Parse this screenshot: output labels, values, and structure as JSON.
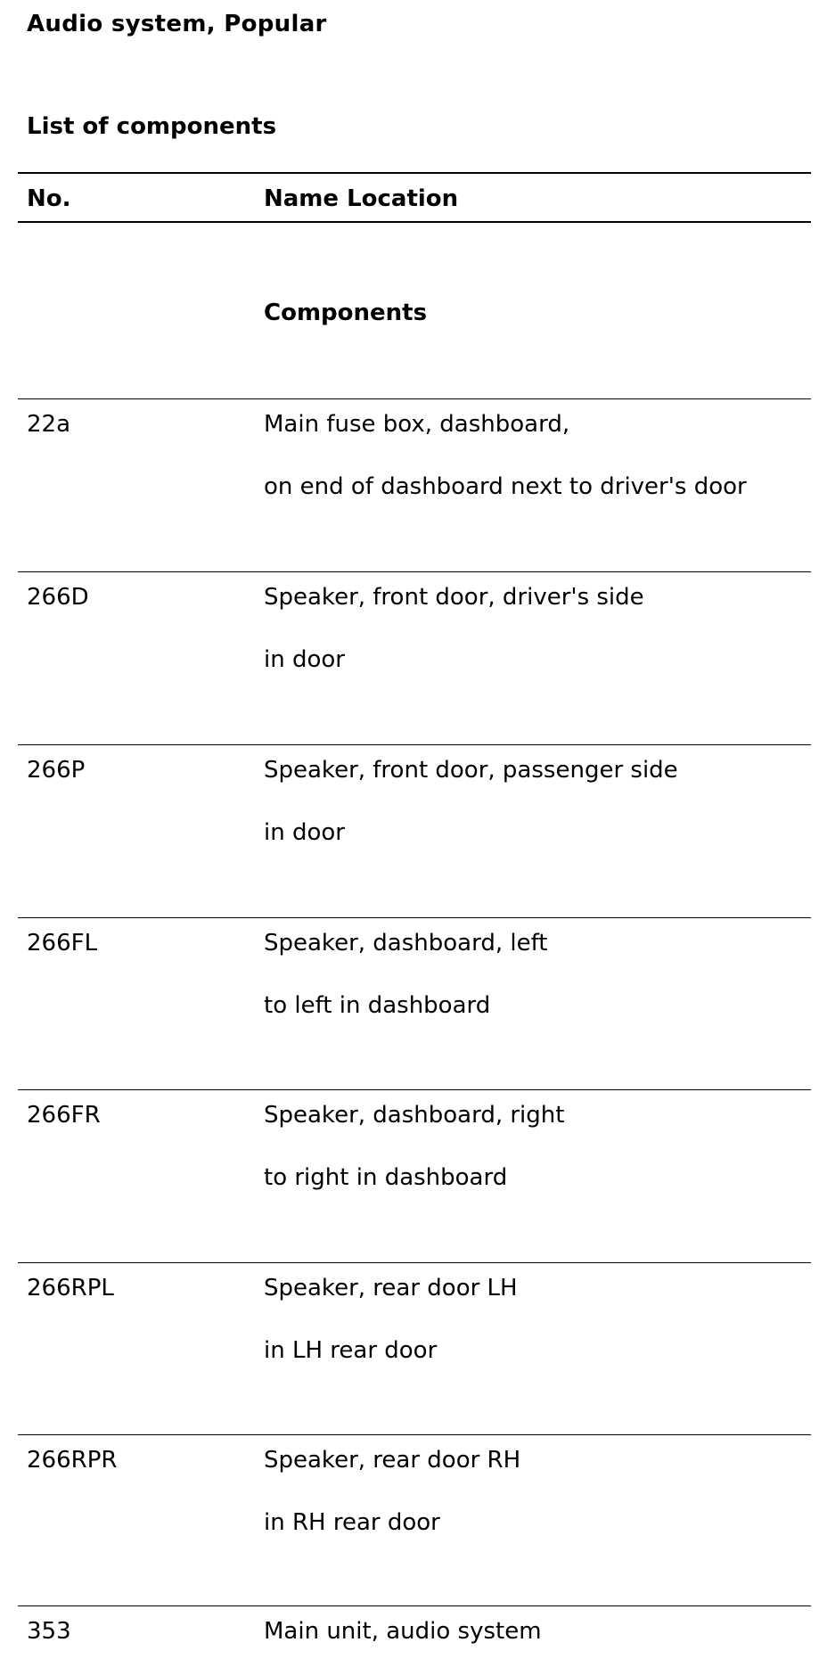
{
  "document": {
    "title": "Audio system, Popular",
    "section_title": "List of components"
  },
  "table": {
    "headers": {
      "no": "No.",
      "name_location": "Name Location"
    },
    "group_title": "Components",
    "rows": [
      {
        "no": "22a",
        "name": "Main fuse box, dashboard,",
        "location": "on end of dashboard next to driver's door"
      },
      {
        "no": "266D",
        "name": "Speaker, front door, driver's side",
        "location": "in door"
      },
      {
        "no": "266P",
        "name": "Speaker, front door, passenger side",
        "location": "in door"
      },
      {
        "no": "266FL",
        "name": "Speaker, dashboard, left",
        "location": "to left in dashboard"
      },
      {
        "no": "266FR",
        "name": "Speaker, dashboard, right",
        "location": "to right in dashboard"
      },
      {
        "no": "266RPL",
        "name": "Speaker, rear door LH",
        "location": "in LH rear door"
      },
      {
        "no": "266RPR",
        "name": "Speaker, rear door RH",
        "location": "in RH rear door"
      },
      {
        "no": "353",
        "name": "Main unit, audio system",
        "location": ""
      }
    ]
  }
}
